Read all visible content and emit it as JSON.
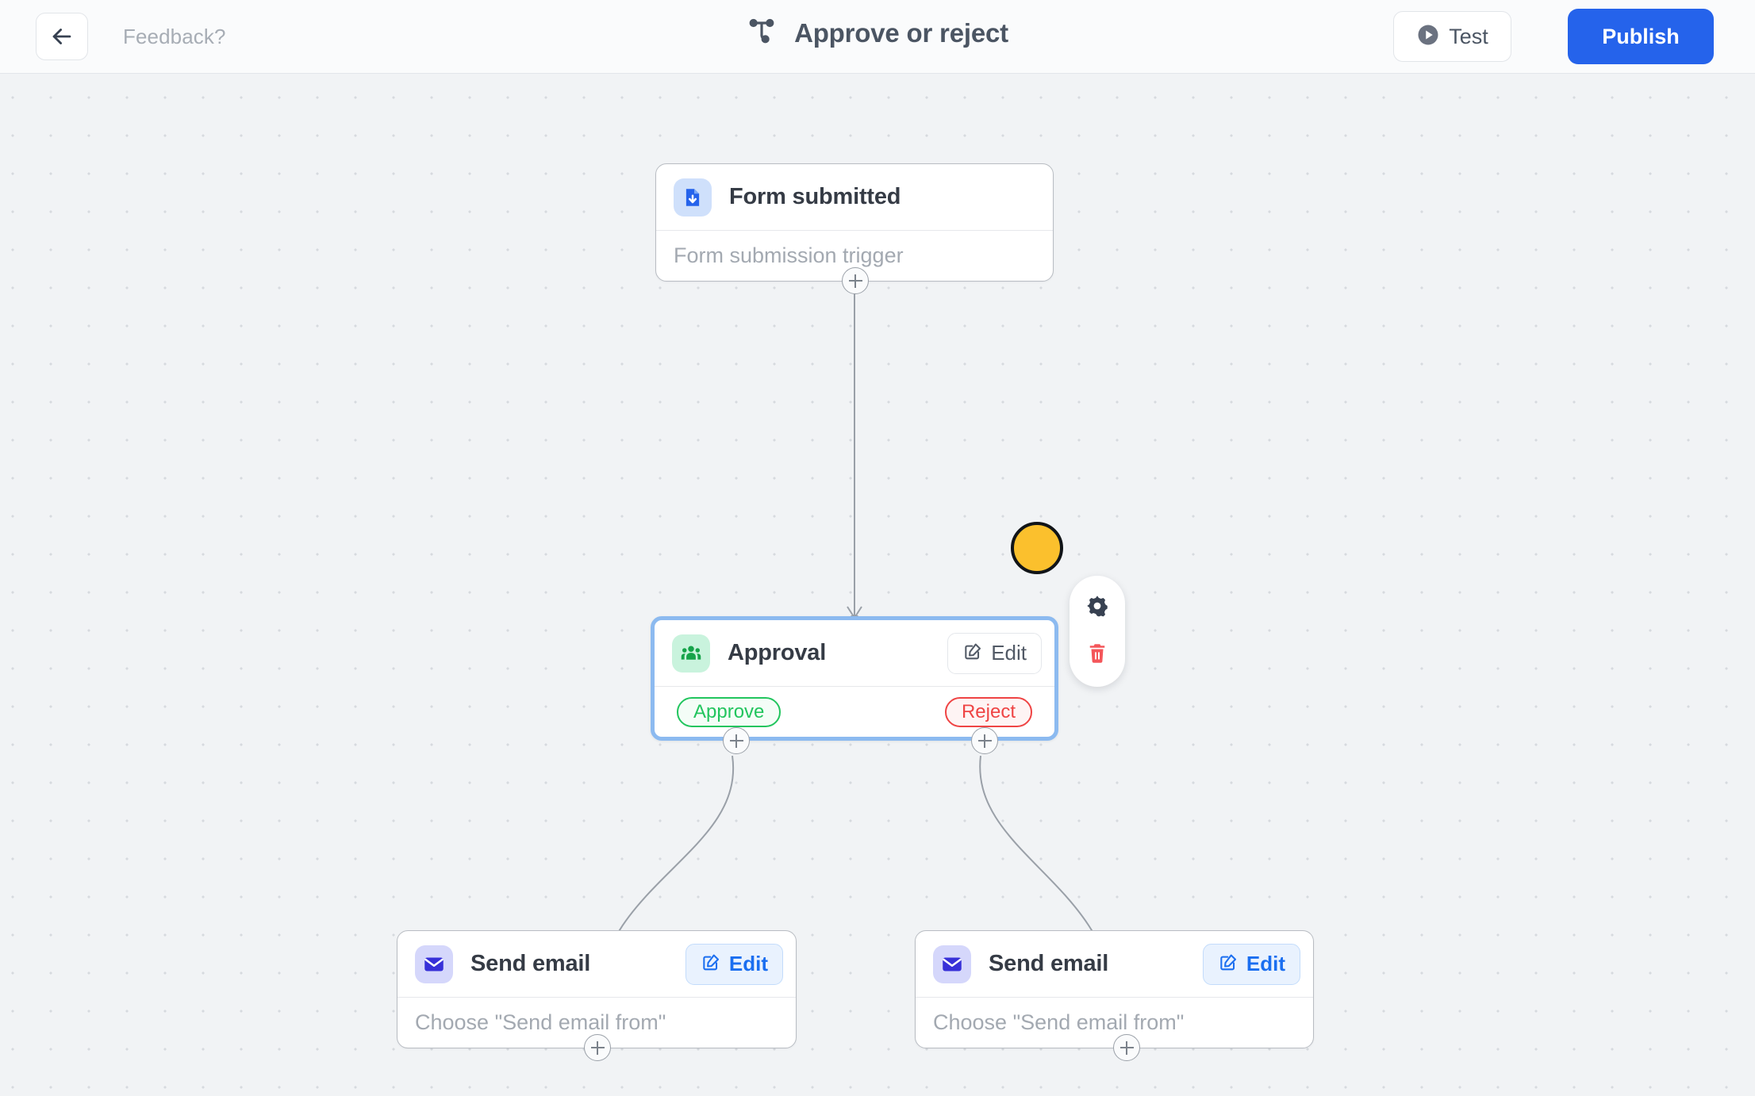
{
  "header": {
    "back_icon": "arrow-left-icon",
    "feedback_label": "Feedback?",
    "workflow_icon": "workflow-graph-icon",
    "title": "Approve or reject",
    "test_label": "Test",
    "test_icon": "play-circle-icon",
    "publish_label": "Publish",
    "accent_color": "#2563eb"
  },
  "canvas": {
    "background_color": "#f1f3f5",
    "dot_color": "#d6dade",
    "dot_spacing": 48
  },
  "nodes": {
    "trigger": {
      "title": "Form submitted",
      "subtitle": "Form submission trigger",
      "icon": "document-download-icon",
      "icon_color": "#2563eb",
      "icon_bg": "#cfe0fb"
    },
    "approval": {
      "title": "Approval",
      "icon": "users-group-icon",
      "icon_color": "#16a34a",
      "icon_bg": "#c9f3dd",
      "edit_label": "Edit",
      "edit_icon": "pencil-square-icon",
      "selected": true,
      "selection_color": "#8cbaf0",
      "branches": [
        {
          "label": "Approve",
          "color": "#22c55e"
        },
        {
          "label": "Reject",
          "color": "#ef4444"
        }
      ]
    },
    "send_email_left": {
      "title": "Send email",
      "subtitle": "Choose \"Send email from\"",
      "icon": "envelope-icon",
      "icon_color": "#3730d8",
      "icon_bg": "#d5d7fb",
      "edit_label": "Edit",
      "edit_icon": "pencil-square-icon"
    },
    "send_email_right": {
      "title": "Send email",
      "subtitle": "Choose \"Send email from\"",
      "icon": "envelope-icon",
      "icon_color": "#3730d8",
      "icon_bg": "#d5d7fb",
      "edit_label": "Edit",
      "edit_icon": "pencil-square-icon"
    }
  },
  "node_toolbar": {
    "settings_icon": "gear-icon",
    "settings_color": "#374151",
    "delete_icon": "trash-icon",
    "delete_color": "#f4565a"
  },
  "cursor": {
    "shape": "circle-pointer",
    "fill": "#fbc02d",
    "stroke": "#111418"
  }
}
